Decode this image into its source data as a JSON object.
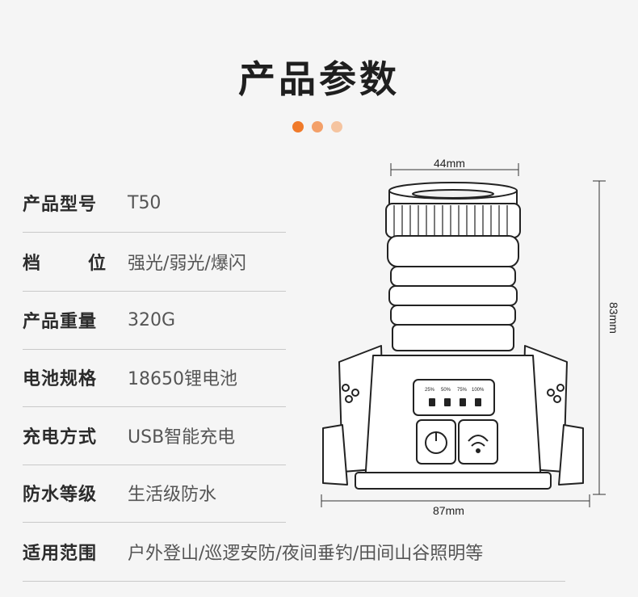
{
  "page": {
    "title": "产品参数",
    "dot_colors": [
      "#f07a2a",
      "#f3a069",
      "#f5c4a0"
    ]
  },
  "specs": [
    {
      "label": "产品型号",
      "value": "T50"
    },
    {
      "label": "档位",
      "label_chars": [
        "档",
        "位"
      ],
      "value": "强光/弱光/爆闪"
    },
    {
      "label": "产品重量",
      "value": "320G"
    },
    {
      "label": "电池规格",
      "value": "18650锂电池"
    },
    {
      "label": "充电方式",
      "value": "USB智能充电"
    },
    {
      "label": "防水等级",
      "value": "生活级防水"
    },
    {
      "label": "适用范围",
      "value": "户外登山/巡逻安防/夜间垂钓/田间山谷照明等"
    }
  ],
  "dimensions": {
    "width_top": "44mm",
    "height": "83mm",
    "width_bottom": "87mm"
  },
  "device": {
    "battery_indicators": [
      "25%",
      "50%",
      "75%",
      "100%"
    ]
  }
}
